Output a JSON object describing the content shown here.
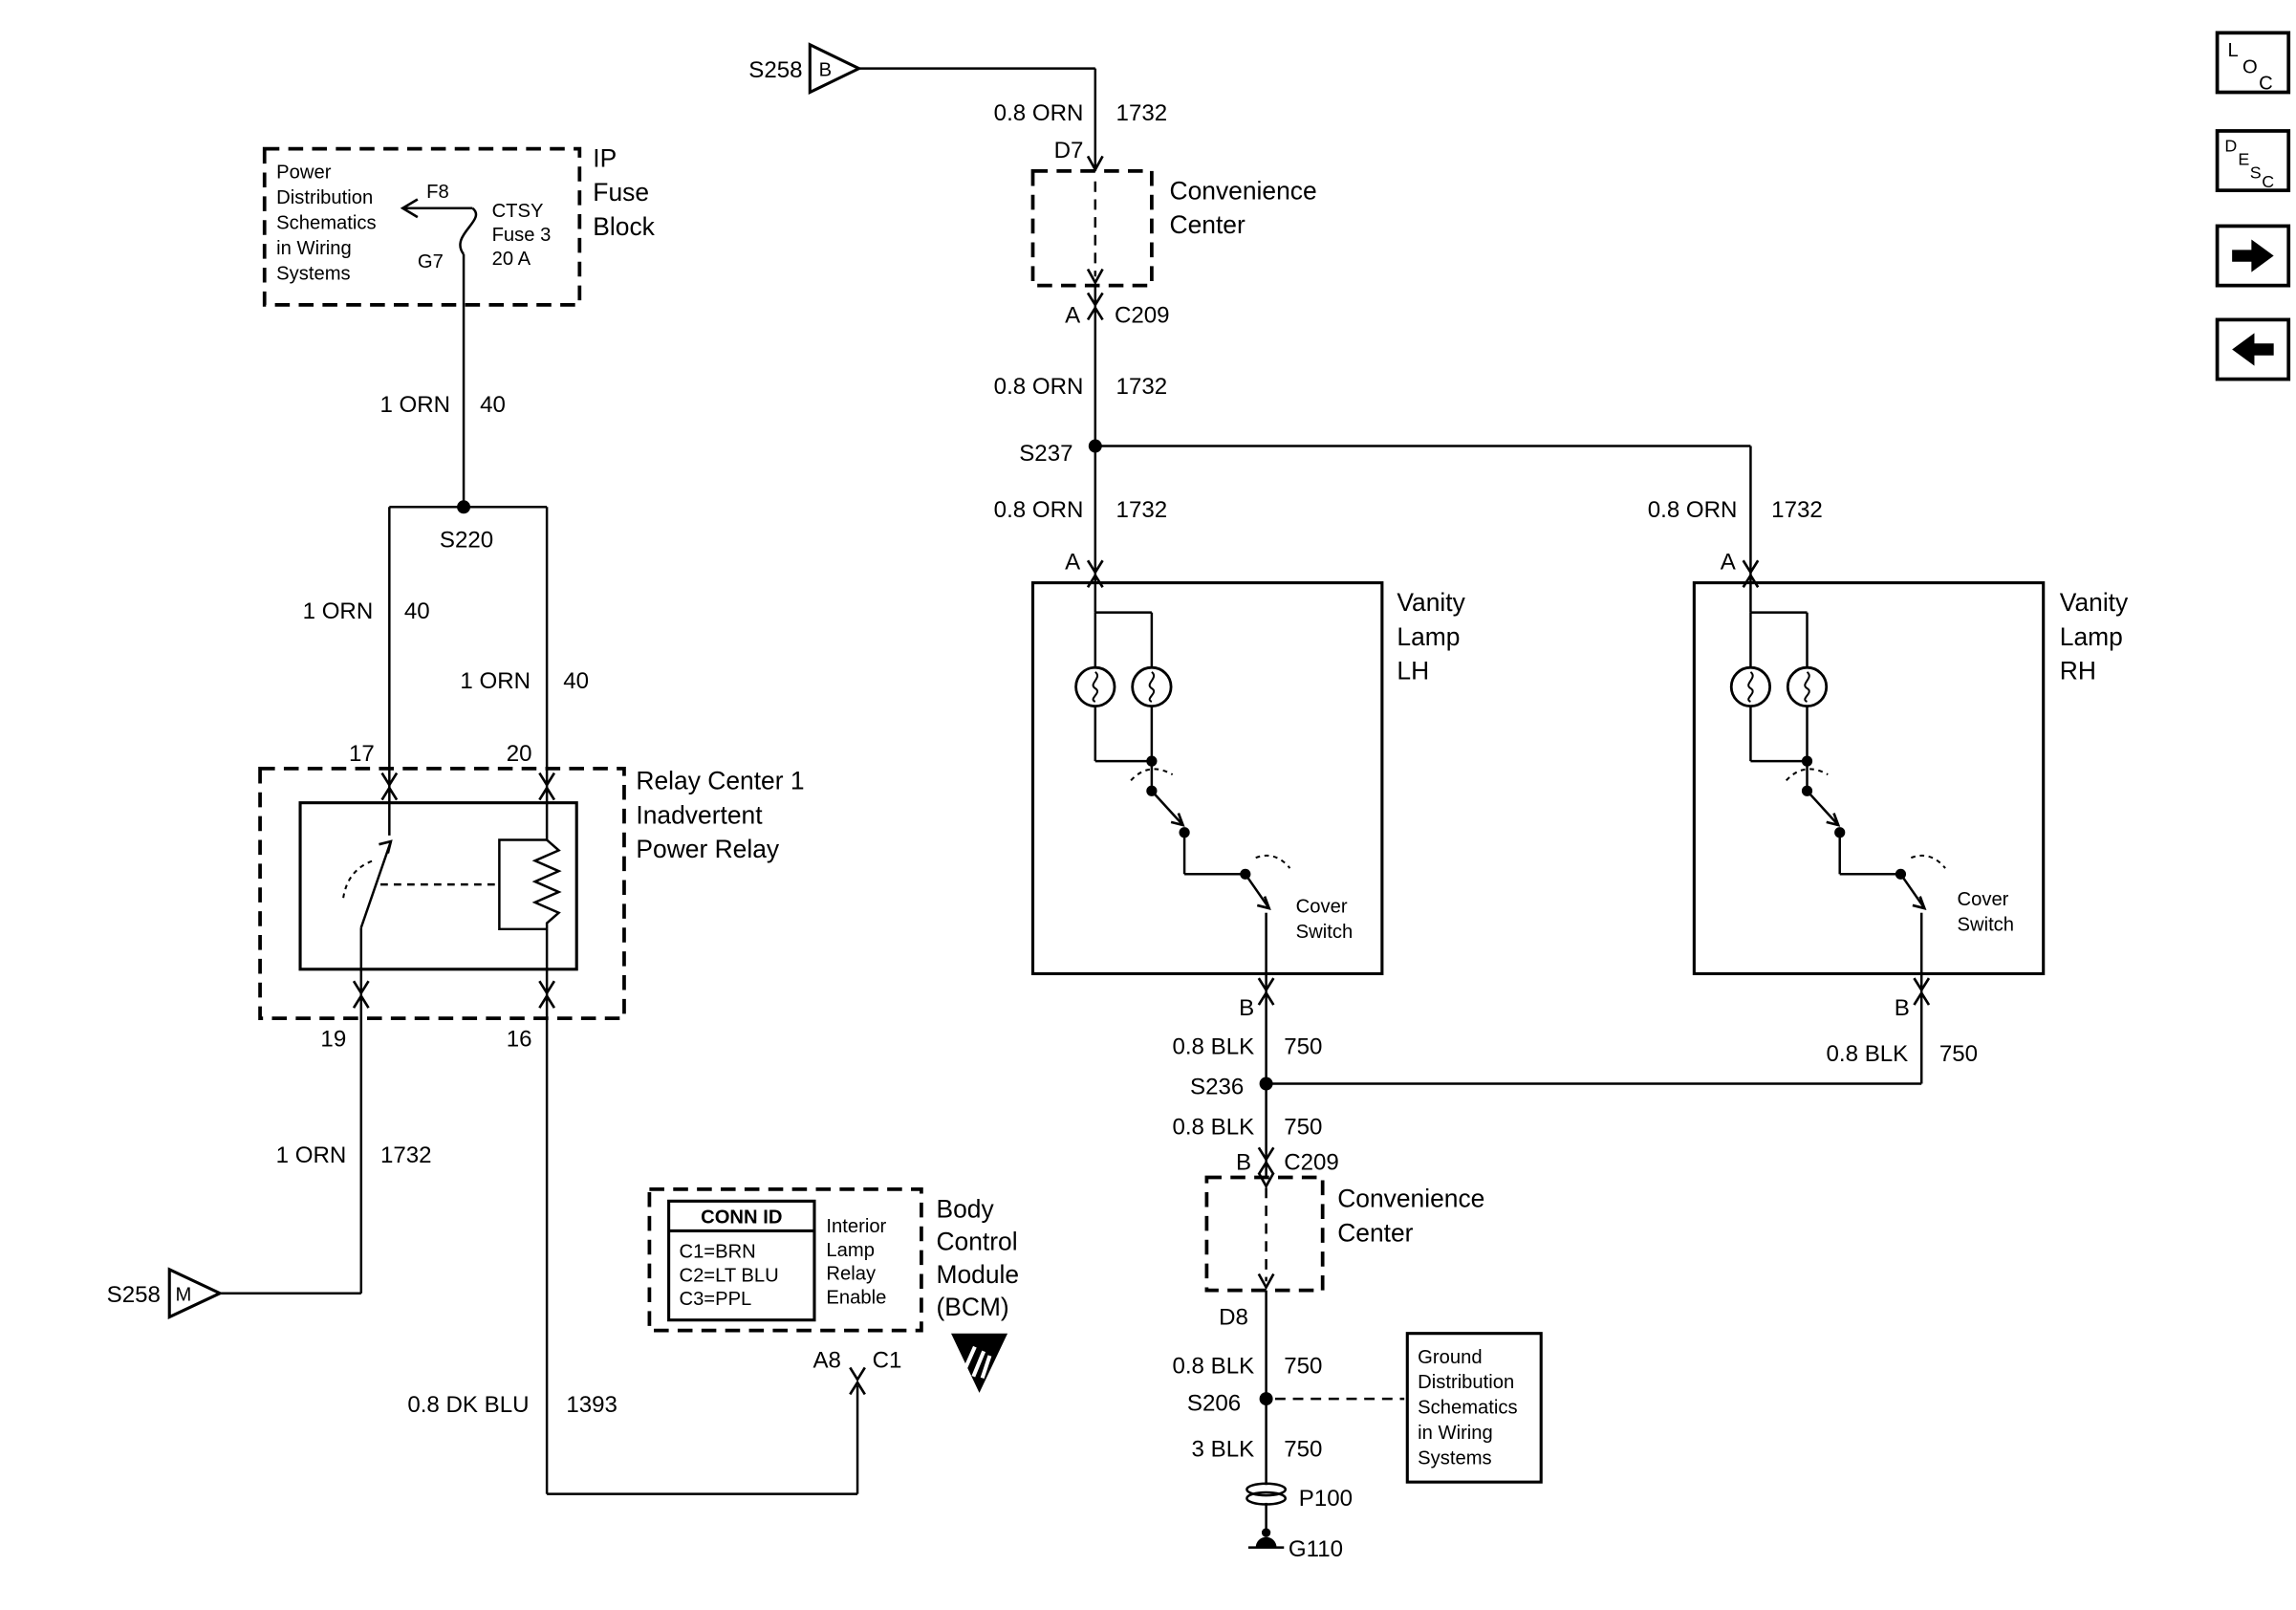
{
  "nav": {
    "loc": [
      "L",
      "O",
      "C"
    ],
    "desc": [
      "D",
      "E",
      "S",
      "C"
    ]
  },
  "fuse_block": {
    "note": [
      "Power",
      "Distribution",
      "Schematics",
      "in Wiring",
      "Systems"
    ],
    "pin_top": "F8",
    "pin_bottom": "G7",
    "fuse": [
      "CTSY",
      "Fuse 3",
      "20 A"
    ],
    "title": [
      "IP",
      "Fuse",
      "Block"
    ]
  },
  "left": {
    "w40a": {
      "g": "1 ORN",
      "c": "40"
    },
    "s220": "S220",
    "w40b": {
      "g": "1 ORN",
      "c": "40"
    },
    "w40c": {
      "g": "1 ORN",
      "c": "40"
    },
    "pin17": "17",
    "pin20": "20",
    "pin19": "19",
    "pin16": "16",
    "relay_title": [
      "Relay Center 1",
      "Inadvertent",
      "Power Relay"
    ],
    "w1732": {
      "g": "1 ORN",
      "c": "1732"
    },
    "s258m": {
      "label": "S258",
      "letter": "M"
    },
    "w1393": {
      "g": "0.8 DK BLU",
      "c": "1393"
    },
    "a8": "A8",
    "c1": "C1",
    "bcm": {
      "conn_header": "CONN ID",
      "conn_rows": [
        "C1=BRN",
        "C2=LT BLU",
        "C3=PPL"
      ],
      "enable": [
        "Interior",
        "Lamp",
        "Relay",
        "Enable"
      ],
      "title": [
        "Body",
        "Control",
        "Module",
        "(BCM)"
      ]
    }
  },
  "center": {
    "s258b": {
      "label": "S258",
      "letter": "B"
    },
    "w_top": {
      "g": "0.8 ORN",
      "c": "1732"
    },
    "d7": "D7",
    "cc1": [
      "Convenience",
      "Center"
    ],
    "a_c209": {
      "pin": "A",
      "conn": "C209"
    },
    "w2": {
      "g": "0.8 ORN",
      "c": "1732"
    },
    "s237": "S237",
    "w3l": {
      "g": "0.8 ORN",
      "c": "1732"
    },
    "a_l": "A",
    "w3r": {
      "g": "0.8 ORN",
      "c": "1732"
    },
    "a_r": "A",
    "lamp_lh": [
      "Vanity",
      "Lamp",
      "LH"
    ],
    "lamp_rh": [
      "Vanity",
      "Lamp",
      "RH"
    ],
    "cover_switch": [
      "Cover",
      "Switch"
    ],
    "b_l": "B",
    "b_r": "B",
    "w4l": {
      "g": "0.8 BLK",
      "c": "750"
    },
    "w4r": {
      "g": "0.8 BLK",
      "c": "750"
    },
    "s236": "S236",
    "w5": {
      "g": "0.8 BLK",
      "c": "750"
    },
    "b_c209": {
      "pin": "B",
      "conn": "C209"
    },
    "cc2": [
      "Convenience",
      "Center"
    ],
    "d8": "D8",
    "w6": {
      "g": "0.8 BLK",
      "c": "750"
    },
    "s206": "S206",
    "ground_note": [
      "Ground",
      "Distribution",
      "Schematics",
      "in Wiring",
      "Systems"
    ],
    "w7": {
      "g": "3 BLK",
      "c": "750"
    },
    "p100": "P100",
    "g110": "G110"
  }
}
